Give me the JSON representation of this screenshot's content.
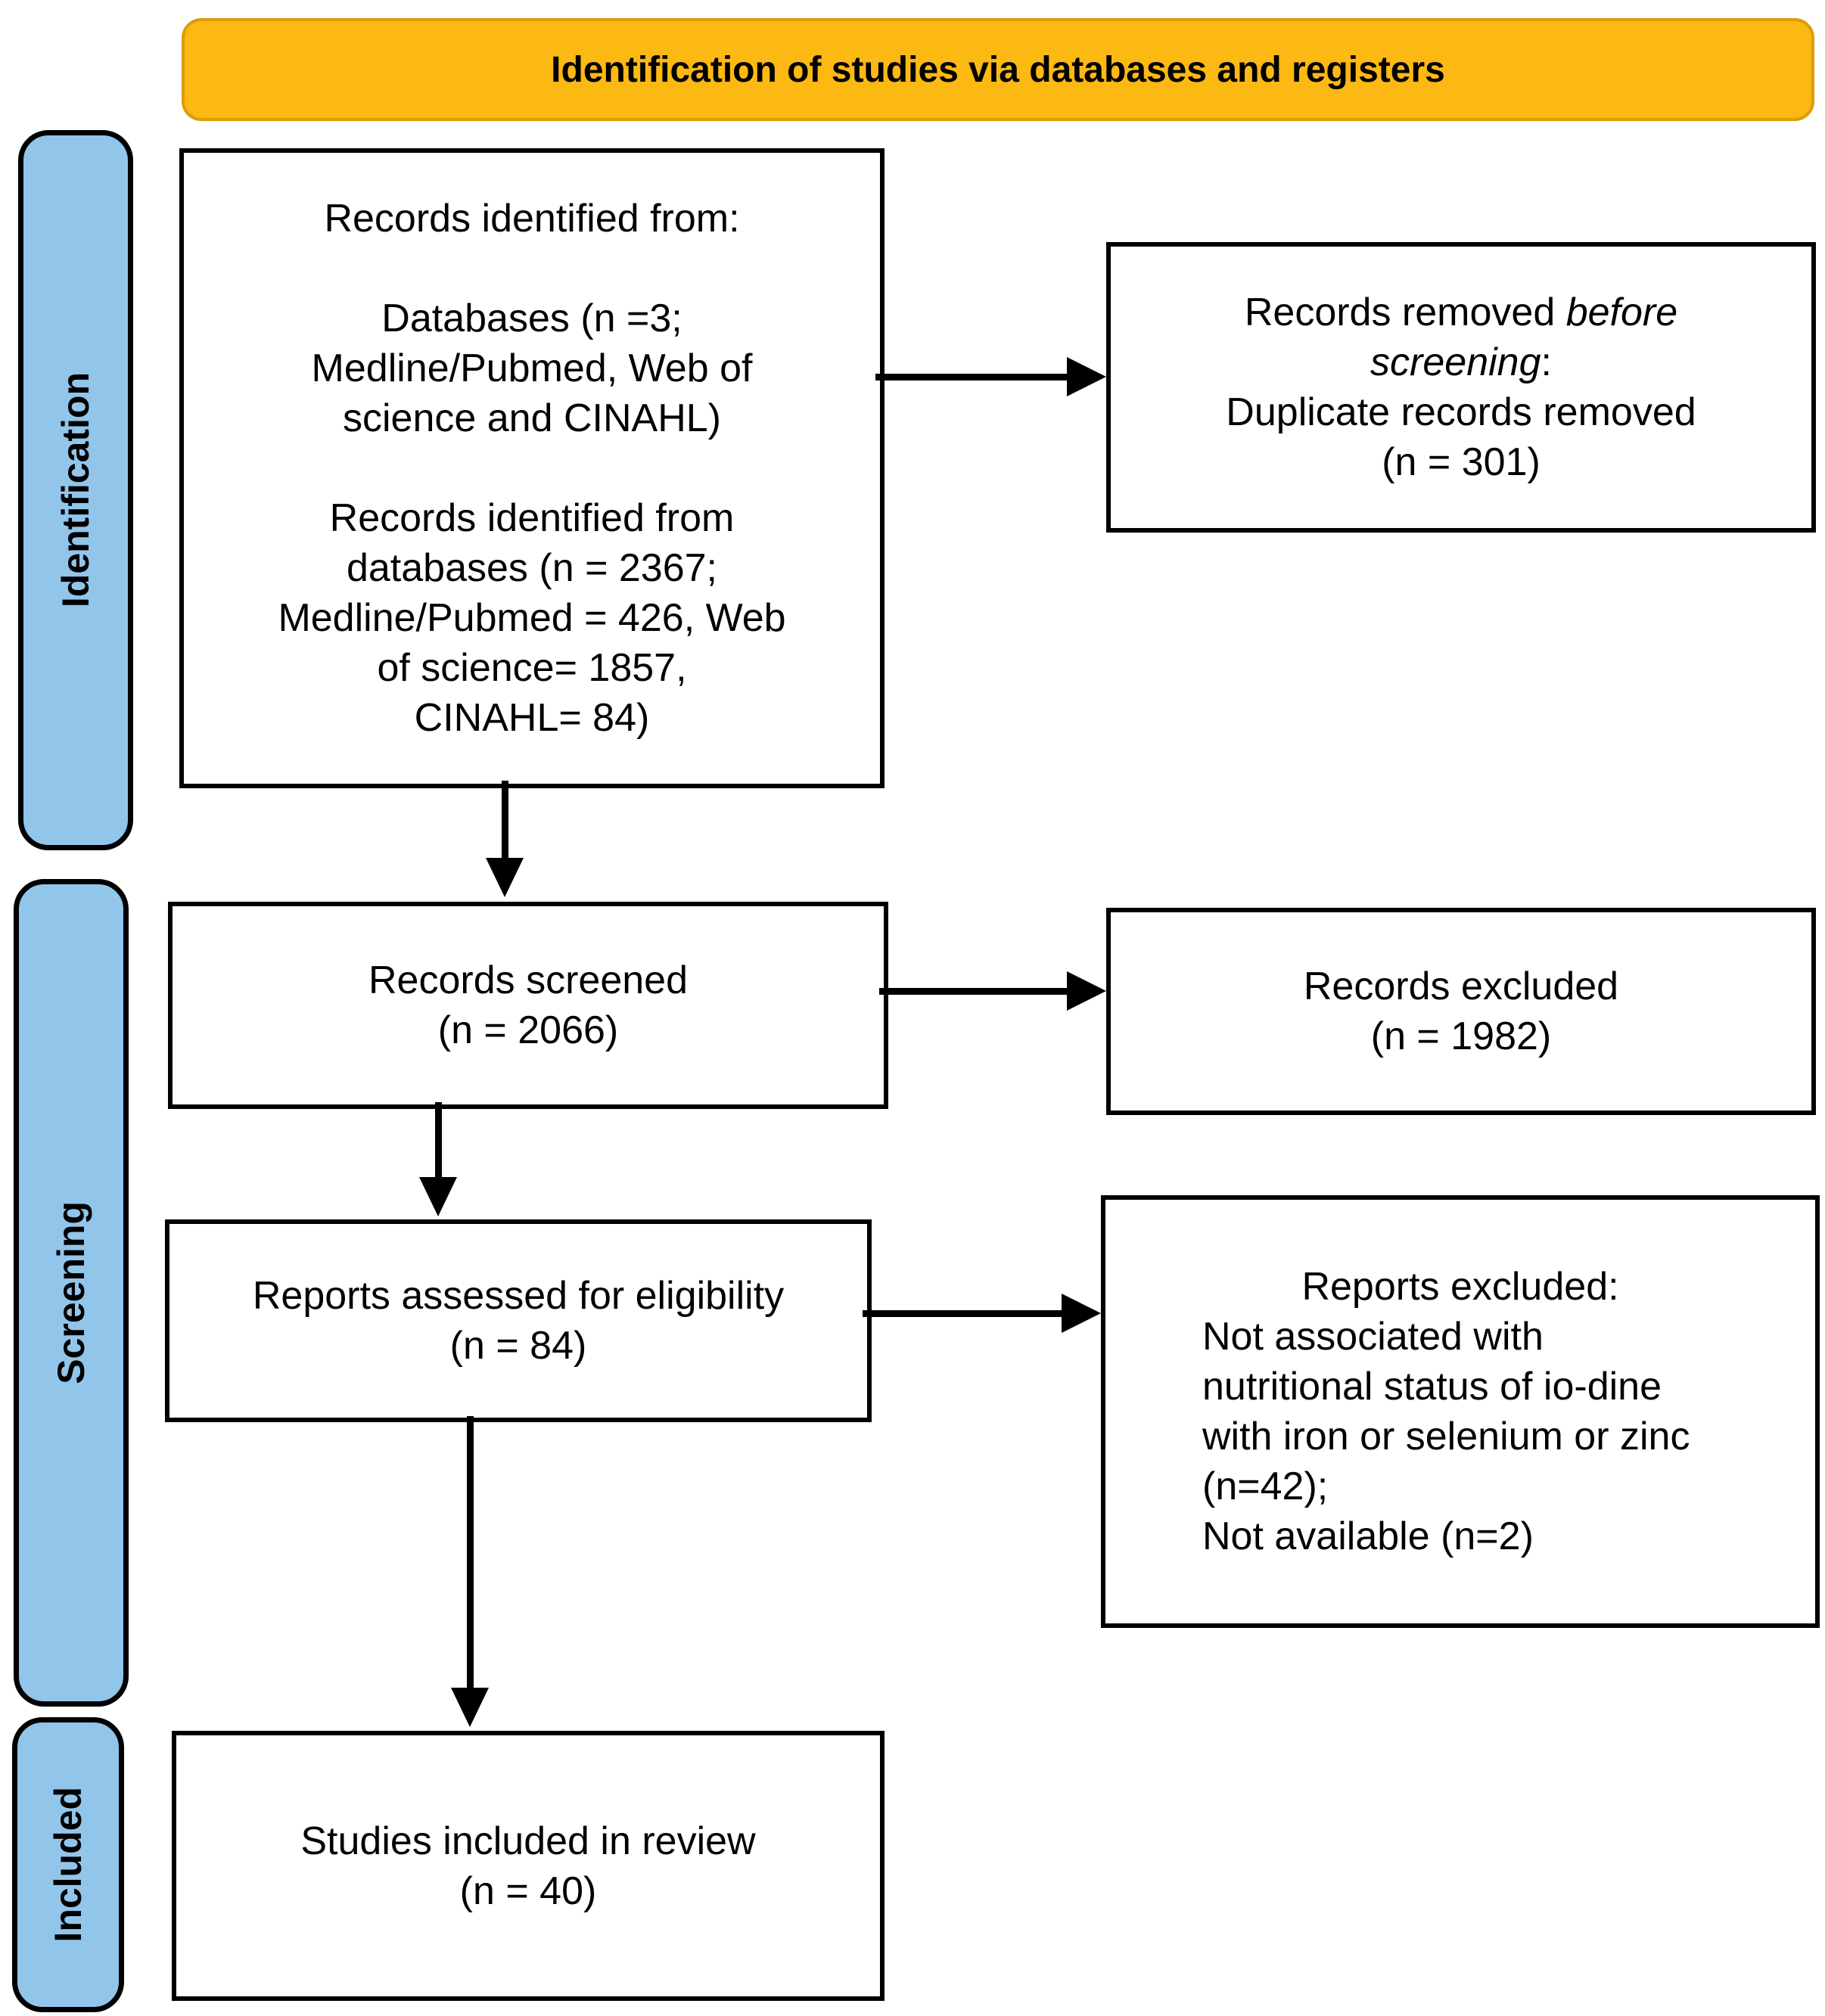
{
  "header": {
    "title": "Identification of studies via databases and registers"
  },
  "sidebar": [
    {
      "label": "Identification"
    },
    {
      "label": "Screening"
    },
    {
      "label": "Included"
    }
  ],
  "boxes": {
    "records_identified": {
      "lines": [
        "Records identified from:",
        "",
        "Databases (n =3;",
        "Medline/Pubmed, Web of",
        "science and CINAHL)",
        "",
        "Records identified from",
        "databases (n = 2367;",
        "Medline/Pubmed = 426, Web",
        "of science= 1857,",
        "CINAHL= 84)"
      ]
    },
    "records_removed": {
      "l1a": "Records removed ",
      "l1b": "before",
      "l2a": "screening",
      "l2b": ":",
      "l3": "Duplicate records removed",
      "l4": "(n = 301)"
    },
    "records_screened": {
      "lines": [
        "Records screened",
        "(n = 2066)"
      ]
    },
    "records_excluded": {
      "lines": [
        "Records excluded",
        "(n = 1982)"
      ]
    },
    "reports_assessed": {
      "lines": [
        "Reports assessed for eligibility",
        "(n = 84)"
      ]
    },
    "reports_excluded": {
      "title": "Reports excluded:",
      "lines": [
        "Not associated with",
        "nutritional status of io-dine",
        "with iron or selenium or zinc",
        "(n=42);",
        "Not available (n=2)"
      ]
    },
    "studies_included": {
      "lines": [
        "Studies included in review",
        "(n = 40)"
      ]
    }
  },
  "colors": {
    "banner_fill": "#FCB813",
    "banner_border": "#DE9C08",
    "stage_fill": "#92C5EA",
    "box_fill": "#FFFFFF",
    "box_border": "#000000",
    "arrow": "#000000",
    "text": "#000000"
  }
}
